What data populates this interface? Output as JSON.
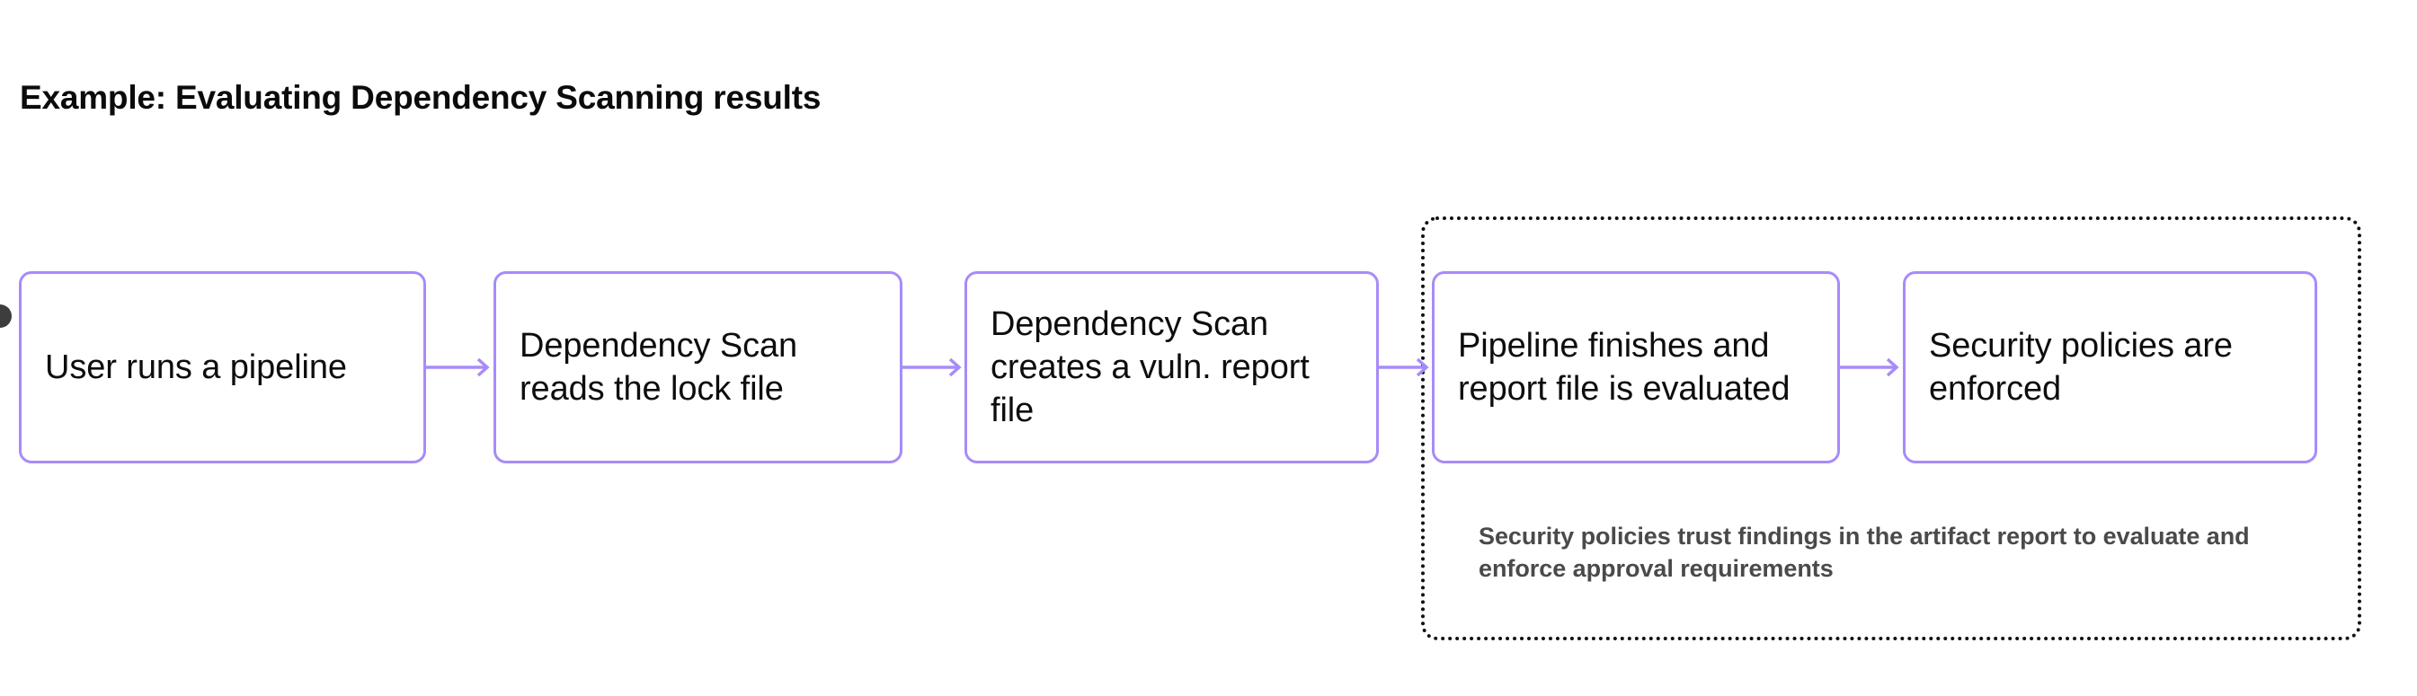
{
  "page": {
    "title": "Example: Evaluating Dependency Scanning results",
    "background_color": "#ffffff"
  },
  "theme": {
    "node_border_color": "#a78bfa",
    "node_fill_color": "#ffffff",
    "node_text_color": "#0d0d0d",
    "arrow_color": "#a78bfa",
    "group_border_color": "#111111",
    "caption_text_color": "#4a4a4a",
    "title_text_color": "#0b0b0b",
    "origin_dot_color": "#3d3d3d"
  },
  "diagram": {
    "type": "flowchart",
    "direction": "left-to-right",
    "nodes": [
      {
        "id": "node-1",
        "label": "User runs a pipeline"
      },
      {
        "id": "node-2",
        "label": "Dependency Scan reads the lock file"
      },
      {
        "id": "node-3",
        "label": "Dependency Scan creates a vuln. report file"
      },
      {
        "id": "node-4",
        "label": "Pipeline finishes and report file is evaluated"
      },
      {
        "id": "node-5",
        "label": "Security policies are enforced"
      }
    ],
    "edges": [
      {
        "id": "arrow-1",
        "from": "node-1",
        "to": "node-2",
        "style": "solid-arrow"
      },
      {
        "id": "arrow-2",
        "from": "node-2",
        "to": "node-3",
        "style": "solid-arrow"
      },
      {
        "id": "arrow-3",
        "from": "node-3",
        "to": "node-4",
        "style": "solid-arrow"
      },
      {
        "id": "arrow-4",
        "from": "node-4",
        "to": "node-5",
        "style": "solid-arrow"
      }
    ],
    "group": {
      "border_style": "dotted",
      "contains": [
        "node-4",
        "node-5"
      ],
      "caption": "Security policies trust findings in the artifact report to evaluate and enforce approval requirements"
    }
  }
}
